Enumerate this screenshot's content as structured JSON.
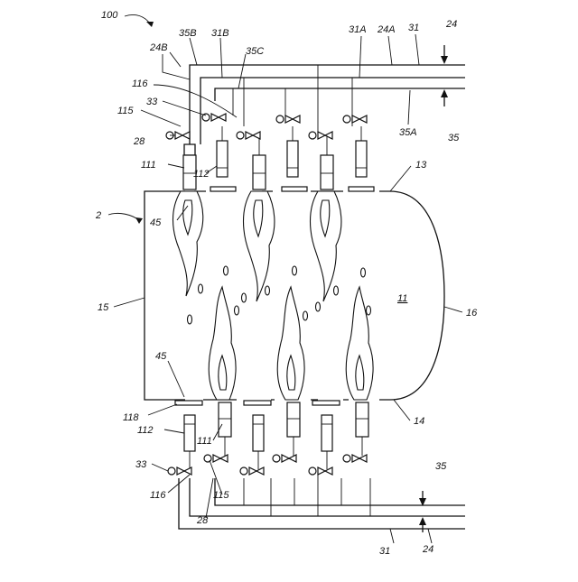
{
  "figure": {
    "labels": {
      "system": "100",
      "furnace": "2",
      "pipe_31": "31",
      "pipe_31A": "31A",
      "pipe_31B": "31B",
      "pipe_24": "24",
      "pipe_24A": "24A",
      "pipe_24B": "24B",
      "pipe_35": "35",
      "pipe_35A": "35A",
      "pipe_35B": "35B",
      "pipe_35C": "35C",
      "valve_116": "116",
      "valve_33": "33",
      "valve_115": "115",
      "valve_28": "28",
      "burner_111": "111",
      "burner_112": "112",
      "flame_45": "45",
      "wall_13": "13",
      "wall_15": "15",
      "chamber_11": "11",
      "wall_16": "16",
      "plate_118": "118",
      "wall_14": "14"
    }
  }
}
